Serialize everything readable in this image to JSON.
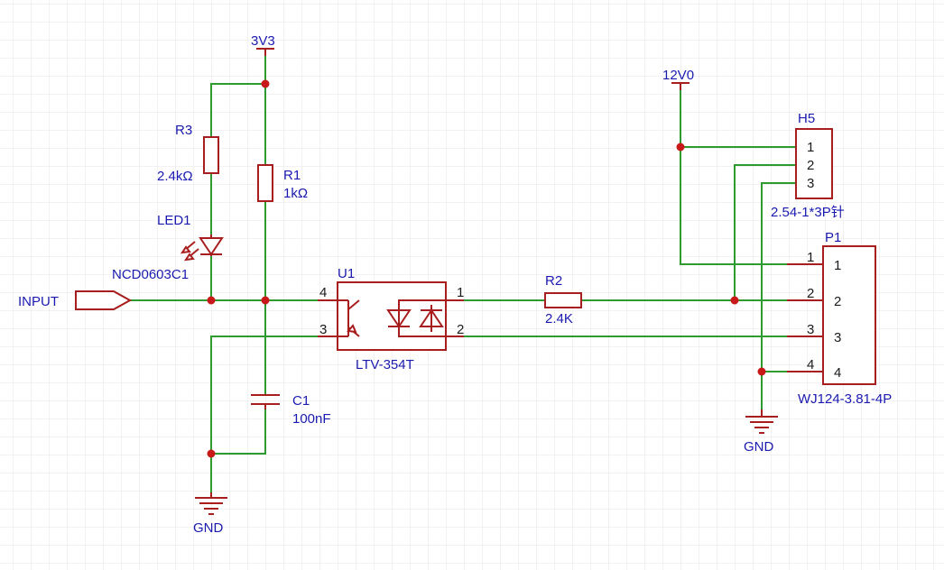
{
  "nets": {
    "v3v3": "3V3",
    "v12": "12V0",
    "gnd_left": "GND",
    "gnd_right": "GND",
    "input": "INPUT"
  },
  "components": {
    "r3": {
      "ref": "R3",
      "value": "2.4kΩ"
    },
    "r1": {
      "ref": "R1",
      "value": "1kΩ"
    },
    "led1": {
      "ref": "LED1",
      "value": "NCD0603C1"
    },
    "u1": {
      "ref": "U1",
      "value": "LTV-354T"
    },
    "r2": {
      "ref": "R2",
      "value": "2.4K"
    },
    "c1": {
      "ref": "C1",
      "value": "100nF"
    },
    "h5": {
      "ref": "H5",
      "value": "2.54-1*3P针"
    },
    "p1": {
      "ref": "P1",
      "value": "WJ124-3.81-4P"
    }
  },
  "pins": {
    "u1": [
      "4",
      "3",
      "1",
      "2"
    ],
    "h5": [
      "1",
      "2",
      "3"
    ],
    "p1_outer": [
      "1",
      "2",
      "3",
      "4"
    ],
    "p1_inner": [
      "1",
      "2",
      "3",
      "4"
    ]
  },
  "colors": {
    "wire": "#2f9a2f",
    "component": "#a81d1d",
    "junction": "#c81818",
    "label": "#1a1ab0",
    "grid": "#e6e6e6"
  }
}
